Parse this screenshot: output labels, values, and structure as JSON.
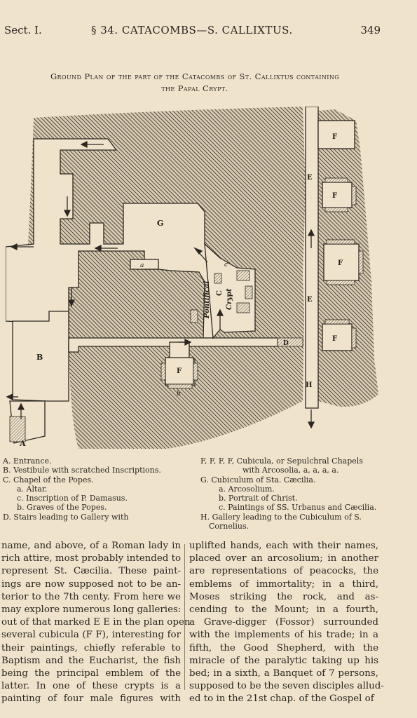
{
  "header": {
    "section": "Sect. I.",
    "running_title": "§ 34. CATACOMBS—S. CALLIXTUS.",
    "page_number": "349"
  },
  "map": {
    "title_line1": "Ground Plan of the part of the Catacombs of St. Callixtus containing",
    "title_line2": "the Papal Crypt.",
    "labels": {
      "A": "A",
      "B": "B",
      "G": "G",
      "D": "D",
      "H": "H",
      "E_top": "E",
      "E_mid": "E",
      "F1": "F",
      "F2": "F",
      "F3": "F",
      "F4": "F",
      "F5": "F",
      "crypt_1": "Pontifical",
      "crypt_2": "C",
      "crypt_3": "Crypt",
      "a": "a",
      "b": "b",
      "c": "c"
    }
  },
  "legend": {
    "left": [
      "A. Entrance.",
      "B. Vestibule with scratched Inscriptions.",
      "C. Chapel of the Popes.",
      "a. Altar.",
      "c. Inscription of P. Damasus.",
      "b. Graves of the Popes.",
      "D. Stairs leading to Gallery with"
    ],
    "right": [
      "F, F, F, F, Cubicula, or Sepulchral Chapels",
      "with Arcosolia, a, a, a, a.",
      "G. Cubiculum of Sta. Cæcilia.",
      "a. Arcosolium.",
      "b. Portrait of Christ.",
      "c. Paintings of SS. Urbanus and Cæcilia.",
      "H. Gallery leading to the Cubiculum of S. Cornelius."
    ]
  },
  "body": {
    "left_lines": [
      "name, and above, of a Roman lady in",
      "rich attire, most probably intended to",
      "represent St. Cæcilia. These paint-",
      "ings are now supposed not to be an-",
      "terior to the 7th centy. From here we",
      "may explore numerous long galleries:",
      "out of that marked E E in the plan open",
      "several cubicula (F F), interesting for",
      "their paintings, chiefly referable to",
      "Baptism and the Eucharist, the fish",
      "being the principal emblem of the",
      "latter. In one of these crypts is a",
      "painting of four male figures with"
    ],
    "right_lines": [
      "uplifted hands, each with their names,",
      "placed over an arcosolium; in another",
      "are representations of peacocks, the",
      "emblems of immortality; in a third,",
      "Moses striking the rock, and as-",
      "cending to the Mount; in a fourth,",
      "a Grave-digger (Fossor) surrounded",
      "with the implements of his trade; in a",
      "fifth, the Good Shepherd, with the",
      "miracle of the paralytic taking up his",
      "bed; in a sixth, a Banquet of 7 persons,",
      "supposed to be the seven disciples allud-",
      "ed to in the 21st chap. of the Gospel of"
    ]
  }
}
